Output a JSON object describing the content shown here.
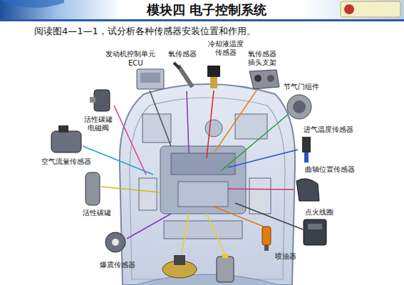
{
  "diagram": {
    "title": "模块四 电子控制系统",
    "labels": [
      "阅读图4—1—1，试分析各种传感器安装位置和作用。",
      "发动机控制单元",
      "ECU",
      "氧传感器",
      "冷却液温度传感器",
      "氧传感器插头支架",
      "节气门组件",
      "活性碳罐电磁阀",
      "进气温度传感器",
      "空气流量传感器",
      "曲轴位置传感器",
      "点火线圈",
      "活性碳罐",
      "爆震传感器",
      "喷油器"
    ]
  }
}
